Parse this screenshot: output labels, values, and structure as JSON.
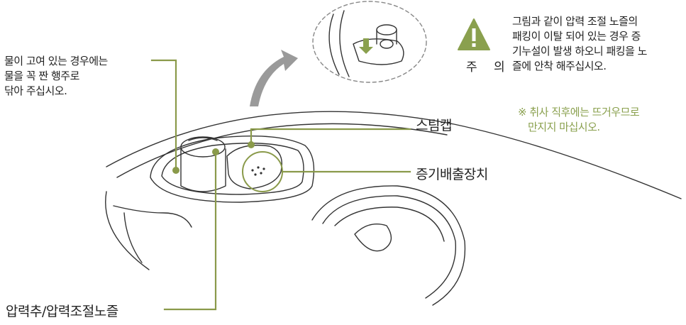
{
  "colors": {
    "leader_line": "#8a9a4a",
    "leader_dot": "#8a9a4a",
    "warning_triangle": "#8aa04e",
    "warning_text": "#8aa04e",
    "outline": "#333333",
    "arrow": "#9a9a9a"
  },
  "icons": {
    "warning": "exclamation-triangle-icon",
    "direction": "curved-arrow-icon"
  },
  "instruction_note": {
    "lines": [
      "물이 고여 있는 경우에는",
      "물을 꼭 짠 행주로",
      "닦아 주십시오."
    ]
  },
  "labels": {
    "steam_cap": "스팀캡",
    "steam_vent": "증기배출장치",
    "pressure_weight": "압력추/압력조절노즐"
  },
  "caution": {
    "label": "주 의",
    "lines": [
      "그림과 같이 압력 조절 노즐의",
      "패킹이 이탈 되어 있는 경우 증",
      "기누설이 발생 하오니 패킹을 노",
      "즐에 안착 해주십시오."
    ]
  },
  "warning_note": {
    "lines": [
      "※ 취사 직후에는 뜨거우므로",
      "만지지 마십시오."
    ]
  }
}
